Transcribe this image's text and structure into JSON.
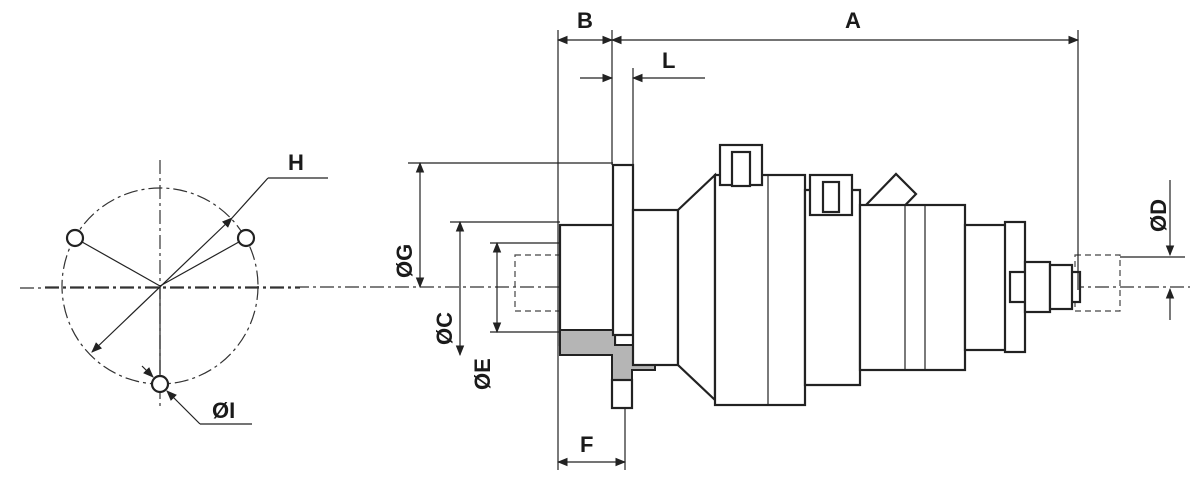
{
  "dimension_labels": {
    "A": "A",
    "B": "B",
    "L": "L",
    "H": "H",
    "D": "ØD",
    "G": "ØG",
    "C": "ØC",
    "E": "ØE",
    "F": "F",
    "I": "ØI"
  }
}
